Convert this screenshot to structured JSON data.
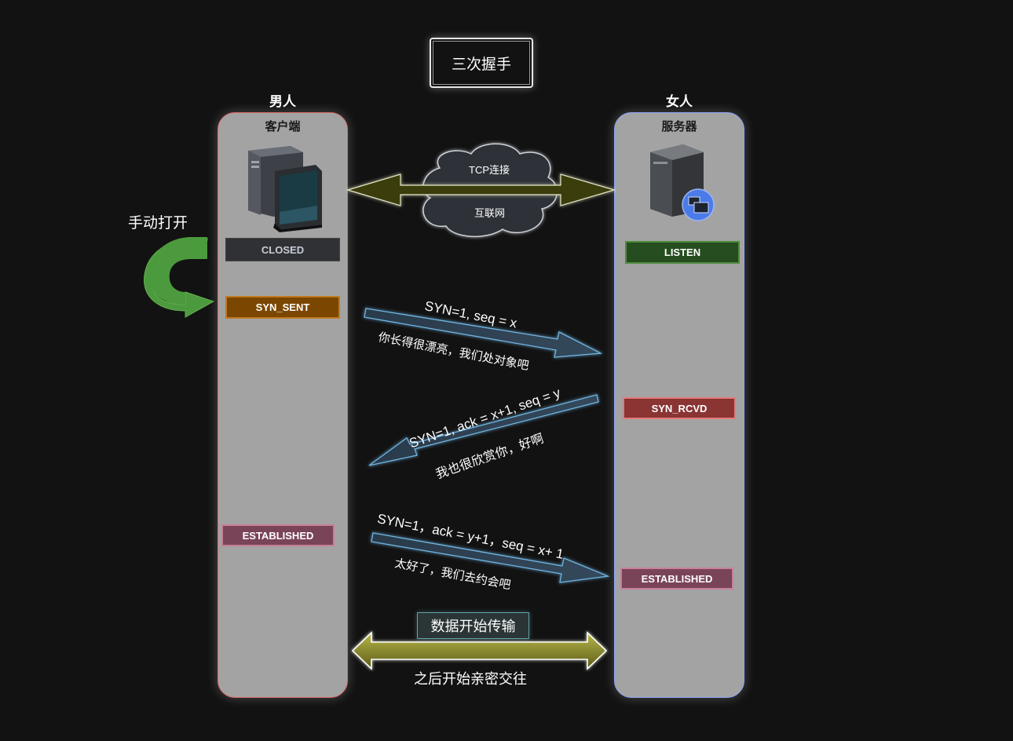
{
  "title": "三次握手",
  "client": {
    "role": "男人",
    "label": "客户端"
  },
  "server": {
    "role": "女人",
    "label": "服务器"
  },
  "cloud": {
    "top": "TCP连接",
    "bottom": "互联网"
  },
  "manual_open": "手动打开",
  "states": {
    "closed": "CLOSED",
    "syn_sent": "SYN_SENT",
    "established_client": "ESTABLISHED",
    "listen": "LISTEN",
    "syn_rcvd": "SYN_RCVD",
    "established_server": "ESTABLISHED"
  },
  "messages": [
    {
      "packet": "SYN=1, seq = x",
      "note": "你长得很漂亮，我们处对象吧"
    },
    {
      "packet": "SYN=1, ack = x+1, seq = y",
      "note": "我也很欣赏你，好啊"
    },
    {
      "packet": "SYN=1，ack = y+1，seq = x+ 1",
      "note": "太好了，我们去约会吧"
    }
  ],
  "data_transfer": "数据开始传输",
  "after": "之后开始亲密交往",
  "colors": {
    "background": "#121212",
    "lane": "#a3a3a3",
    "client_border": "#e06b6b",
    "server_border": "#8ea6ff",
    "arrow_blue": "#5fa8d8",
    "connection_arrow": "#3a3d10",
    "data_arrow": "#8a8a2a"
  }
}
